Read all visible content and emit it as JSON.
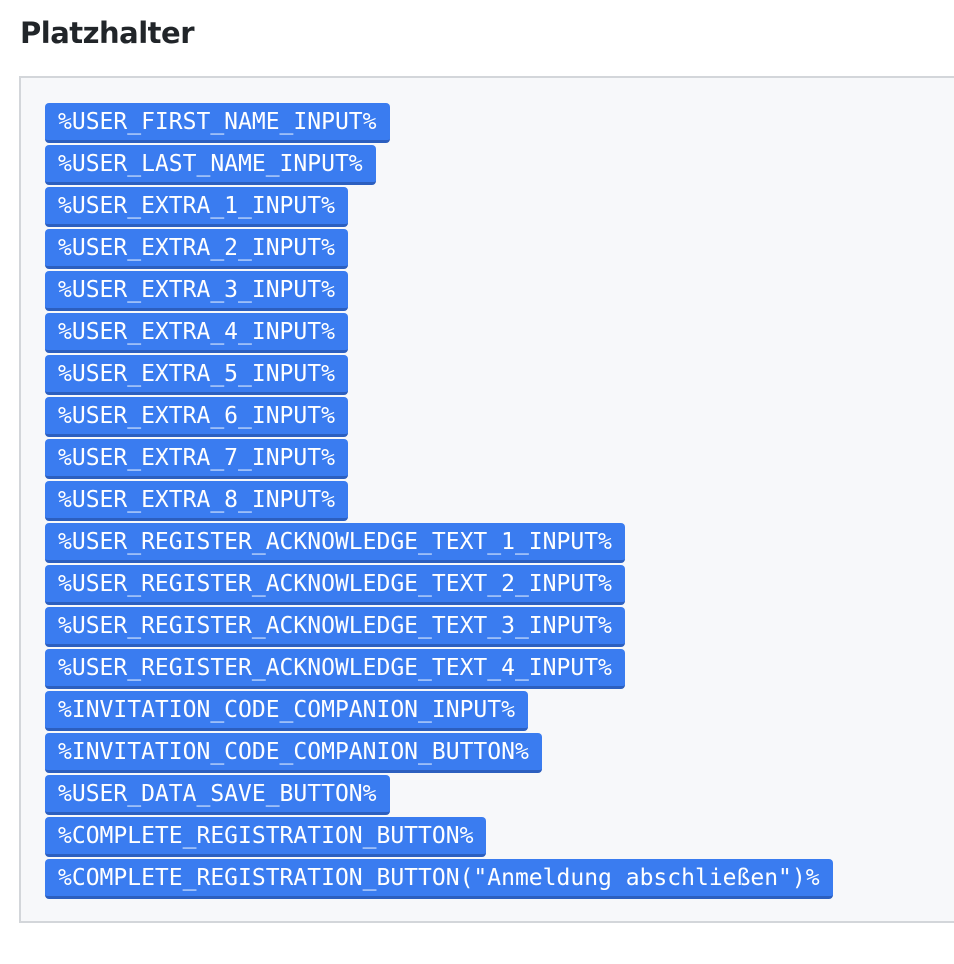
{
  "heading": "Platzhalter",
  "placeholders": [
    "%USER_FIRST_NAME_INPUT%",
    "%USER_LAST_NAME_INPUT%",
    "%USER_EXTRA_1_INPUT%",
    "%USER_EXTRA_2_INPUT%",
    "%USER_EXTRA_3_INPUT%",
    "%USER_EXTRA_4_INPUT%",
    "%USER_EXTRA_5_INPUT%",
    "%USER_EXTRA_6_INPUT%",
    "%USER_EXTRA_7_INPUT%",
    "%USER_EXTRA_8_INPUT%",
    "%USER_REGISTER_ACKNOWLEDGE_TEXT_1_INPUT%",
    "%USER_REGISTER_ACKNOWLEDGE_TEXT_2_INPUT%",
    "%USER_REGISTER_ACKNOWLEDGE_TEXT_3_INPUT%",
    "%USER_REGISTER_ACKNOWLEDGE_TEXT_4_INPUT%",
    "%INVITATION_CODE_COMPANION_INPUT%",
    "%INVITATION_CODE_COMPANION_BUTTON%",
    "%USER_DATA_SAVE_BUTTON%",
    "%COMPLETE_REGISTRATION_BUTTON%",
    "%COMPLETE_REGISTRATION_BUTTON(\"Anmeldung abschließen\")%"
  ],
  "colors": {
    "tag_bg": "#3a7cf0",
    "tag_border": "#2c5fbf",
    "box_bg": "#f7f8fa"
  }
}
